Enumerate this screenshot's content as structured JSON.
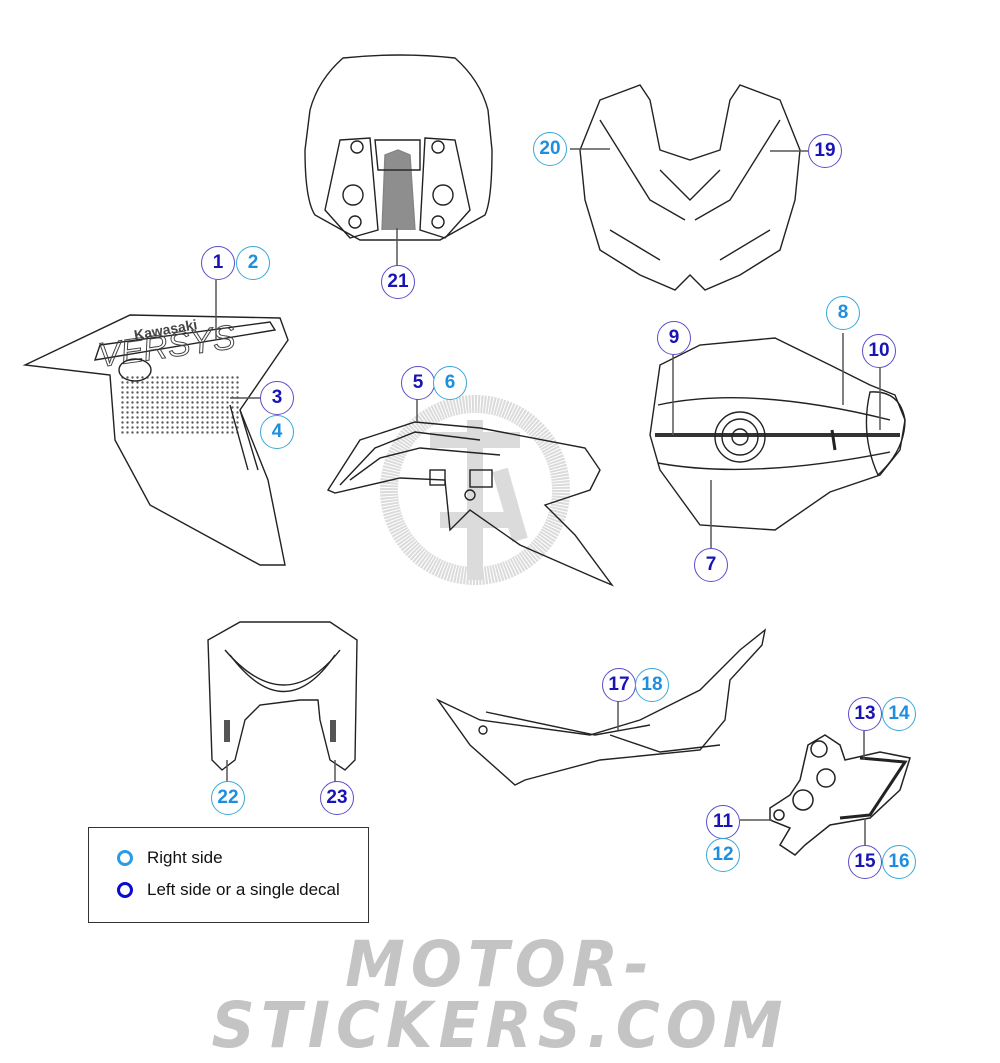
{
  "diagram": {
    "title": "Kawasaki Versys decal kit parts diagram",
    "colors": {
      "left_ring": "#5a4fc8",
      "left_text": "#1a14b4",
      "right_ring": "#3aa8d8",
      "right_text": "#1e8fe0",
      "line": "#222222",
      "watermark": "#c4c4c4"
    },
    "parts": [
      {
        "name": "windscreen",
        "callouts": [
          "21"
        ]
      },
      {
        "name": "front-cowl",
        "callouts": [
          "20",
          "19"
        ]
      },
      {
        "name": "radiator-shroud",
        "callouts": [
          "1",
          "2",
          "3",
          "4"
        ],
        "text": [
          "Kawasaki",
          "VERSYS"
        ]
      },
      {
        "name": "side-fairing",
        "callouts": [
          "5",
          "6"
        ]
      },
      {
        "name": "fuel-tank",
        "callouts": [
          "9",
          "8",
          "10",
          "7"
        ]
      },
      {
        "name": "front-fender",
        "callouts": [
          "22",
          "23"
        ]
      },
      {
        "name": "seat-side-cover",
        "callouts": [
          "17",
          "18"
        ]
      },
      {
        "name": "heel-guard",
        "callouts": [
          "13",
          "14",
          "11",
          "12",
          "15",
          "16"
        ]
      }
    ],
    "callouts": {
      "c1": "1",
      "c2": "2",
      "c3": "3",
      "c4": "4",
      "c5": "5",
      "c6": "6",
      "c7": "7",
      "c8": "8",
      "c9": "9",
      "c10": "10",
      "c11": "11",
      "c12": "12",
      "c13": "13",
      "c14": "14",
      "c15": "15",
      "c16": "16",
      "c17": "17",
      "c18": "18",
      "c19": "19",
      "c20": "20",
      "c21": "21",
      "c22": "22",
      "c23": "23"
    },
    "shroud_brand": "Kawasaki",
    "shroud_model": "VERSYS"
  },
  "legend": {
    "right_label": "Right side",
    "left_label": "Left side or a single decal"
  },
  "watermark": {
    "text": "MOTOR-STICKERS.COM"
  }
}
